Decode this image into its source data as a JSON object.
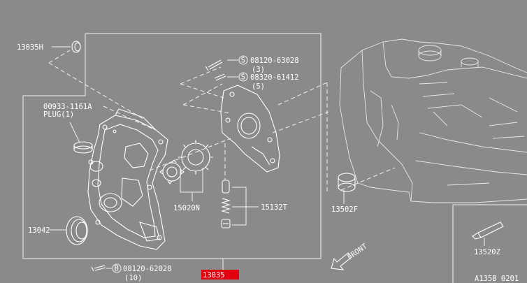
{
  "diagram": {
    "highlight_color": "#e3000f",
    "background_color": "#8a8a8a",
    "line_color": "#ffffff",
    "parts": [
      {
        "id": "seal_13035h",
        "code": "13035H"
      },
      {
        "id": "bolt_08120_63028",
        "code": "08120-63028",
        "qty": "(3)",
        "symbol": "S"
      },
      {
        "id": "bolt_08320_61412",
        "code": "08320-61412",
        "qty": "(5)",
        "symbol": "S"
      },
      {
        "id": "plug_00933",
        "code": "00933-1161A",
        "note": "PLUG(1)"
      },
      {
        "id": "gear_15020n",
        "code": "15020N"
      },
      {
        "id": "relief_15132t",
        "code": "15132T"
      },
      {
        "id": "seal_13042",
        "code": "13042"
      },
      {
        "id": "bolt_08120_62028",
        "code": "08120-62028",
        "qty": "(10)",
        "symbol": "B"
      },
      {
        "id": "cover_13035",
        "code": "13035"
      },
      {
        "id": "plug_13502f",
        "code": "13502F"
      },
      {
        "id": "sealant_13520z",
        "code": "13520Z"
      }
    ],
    "front_label": "FRONT",
    "figure_code": "A135B 0201"
  }
}
